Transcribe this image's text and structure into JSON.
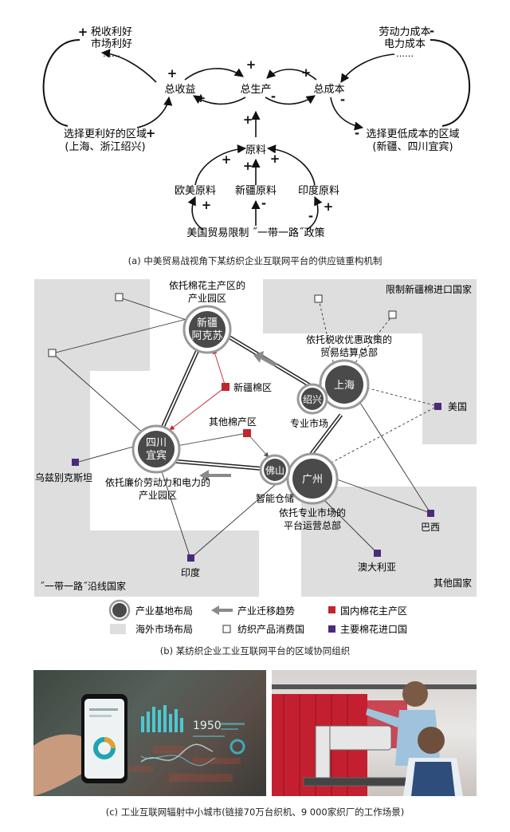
{
  "panel_a": {
    "caption": "(a) 中美贸易战视角下某纺织企业互联网平台的供应链重构机制",
    "nodes": {
      "total_revenue": "总收益",
      "total_production": "总生产",
      "total_cost": "总成本",
      "raw_material": "原料",
      "euro_us_material": "欧美原料",
      "xinjiang_material": "新疆原料",
      "india_material": "印度原料",
      "policy": "美国贸易限制 ˝一带一路˝政策"
    },
    "left_benefits": [
      "税收利好",
      "市场利好",
      "……"
    ],
    "right_costs": [
      "劳动力成本",
      "电力成本",
      "……"
    ],
    "left_region": [
      "选择更利好的区域",
      "(上海、浙江绍兴)"
    ],
    "right_region": [
      "选择更低成本的区域",
      "(新疆、四川宜宾)"
    ],
    "signs": {
      "plus": "+",
      "minus": "-"
    }
  },
  "panel_b": {
    "caption": "(b) 某纺织企业工业互联网平台的区域协同组织",
    "regions": {
      "top_right": "限制新疆棉进口国家",
      "bottom_left": "˝一带一路˝沿线国家",
      "bottom_right": "其他国家"
    },
    "hubs": {
      "xinjiang": [
        "新疆",
        "阿克苏"
      ],
      "sichuan": [
        "四川",
        "宜宾"
      ],
      "shanghai": "上海",
      "shaoxing": "绍兴",
      "foshan": "佛山",
      "guangzhou": "广州"
    },
    "annotations": {
      "xinjiang_park": [
        "依托棉花主产区的",
        "产业园区"
      ],
      "shanghai_hq": [
        "依托税收优惠政策的",
        "贸易结算总部"
      ],
      "shaoxing_market": "专业市场",
      "sichuan_park": [
        "依托廉价劳动力和电力的",
        "产业园区"
      ],
      "foshan_storage": "智能仓储",
      "guangzhou_hq": [
        "依托专业市场的",
        "平台运营总部"
      ]
    },
    "cotton_areas": {
      "xinjiang": "新疆棉区",
      "other": "其他棉产区"
    },
    "countries": {
      "usa": "美国",
      "brazil": "巴西",
      "australia": "澳大利亚",
      "india": "印度",
      "uzbekistan": "乌兹别克斯坦"
    },
    "legend": {
      "base": "产业基地布局",
      "migration": "产业迁移趋势",
      "cotton_area": "国内棉花主产区",
      "overseas": "海外市场布局",
      "consumer": "纺织产品消费国",
      "importer": "主要棉花进口国"
    },
    "colors": {
      "hub": "#4a4a4a",
      "cotton": "#c0262c",
      "importer": "#4b2a7b",
      "region": "#dedede"
    }
  },
  "panel_c": {
    "caption": "(c) 工业互联网辐射中小城市(链接70万台织机、9 000家织厂的工作场景)",
    "dashboard_number": "1950"
  }
}
